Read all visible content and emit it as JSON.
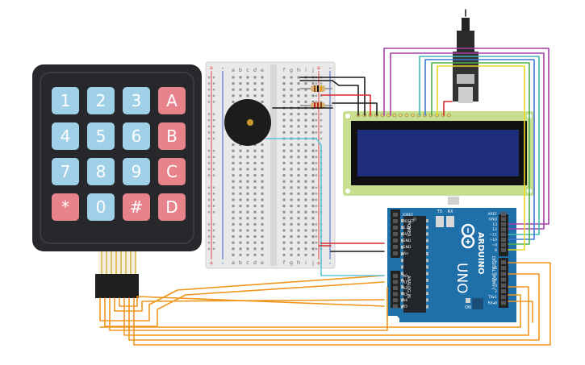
{
  "keypad": {
    "keys": [
      [
        "1",
        "2",
        "3",
        "A"
      ],
      [
        "4",
        "5",
        "6",
        "B"
      ],
      [
        "7",
        "8",
        "9",
        "C"
      ],
      [
        "*",
        "0",
        "#",
        "D"
      ]
    ],
    "colors": {
      "frame": "#26282b",
      "blue": "#9fd0e8",
      "red": "#e8838b",
      "key_text": "#ffffff"
    }
  },
  "breadboard": {
    "col_letters_left": [
      "a",
      "b",
      "c",
      "d",
      "e"
    ],
    "col_letters_right": [
      "f",
      "g",
      "h",
      "i",
      "j"
    ],
    "plus": "+",
    "minus": "-"
  },
  "lcd": {
    "screen_color": "#1f2e7a",
    "board_color": "#c7df8f"
  },
  "arduino": {
    "brand": "ARDUINO",
    "model": "UNO",
    "tx_label": "TX",
    "rx_label": "RX",
    "l_label": "L",
    "on_label": "ON",
    "power_label": "POWER",
    "analog_label": "ANALOG IN",
    "digital_label": "DIGITAL (PWM~)",
    "power_pins": [
      "IOREF",
      "RESET",
      "3.3V",
      "5V",
      "GND",
      "GND",
      "Vin"
    ],
    "analog_pins": [
      "A0",
      "A1",
      "A2",
      "A3",
      "A4",
      "A5"
    ],
    "top_pins": [
      "AREF",
      "GND",
      "13",
      "12",
      "~11",
      "~10",
      "~9",
      "8"
    ],
    "bottom_pins": [
      "7",
      "~6",
      "~5",
      "4",
      "~3",
      "2",
      "TX▸1",
      "RX◂0"
    ],
    "board_color": "#1f6fa8"
  },
  "wire_colors": {
    "orange": "#f0961e",
    "red": "#d62d2d",
    "black": "#1a1a1a",
    "cyan": "#5ec3dd",
    "purple": "#a43fa8",
    "blue": "#3e78d6",
    "green": "#4caf50",
    "yellow": "#e8d825",
    "teal": "#3fb8b0",
    "gray": "#9a9a9a"
  }
}
